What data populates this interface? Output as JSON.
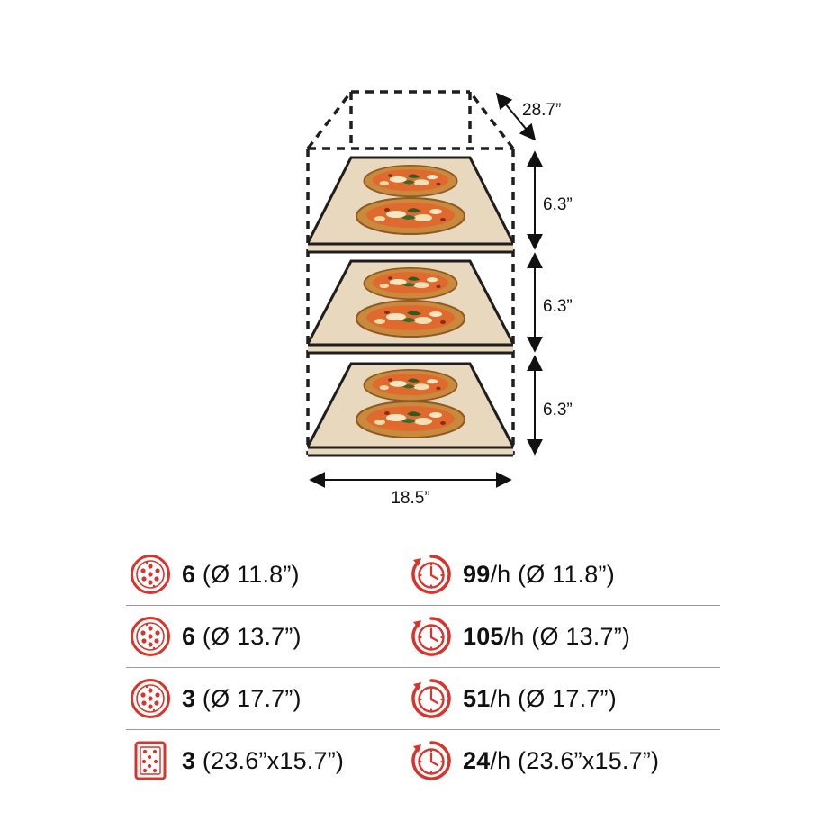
{
  "dimensions": {
    "depth": "28.7”",
    "level_height_top": "6.3”",
    "level_height_middle": "6.3”",
    "level_height_bottom": "6.3”",
    "width": "18.5”"
  },
  "colors": {
    "accent_red": "#d9342b",
    "stone": "#e8d8bd",
    "line": "#1e1e1e"
  },
  "specs": [
    {
      "capacity_icon": "round-pizza-icon",
      "capacity_value": "6",
      "capacity_size": " (Ø 11.8”)",
      "rate_icon": "timer-clock-icon",
      "rate_value": "99",
      "rate_suffix": "/h (Ø 11.8”)"
    },
    {
      "capacity_icon": "round-pizza-icon",
      "capacity_value": "6",
      "capacity_size": " (Ø 13.7”)",
      "rate_icon": "timer-clock-icon",
      "rate_value": "105",
      "rate_suffix": "/h (Ø 13.7”)"
    },
    {
      "capacity_icon": "round-pizza-icon",
      "capacity_value": "3",
      "capacity_size": " (Ø 17.7”)",
      "rate_icon": "timer-clock-icon",
      "rate_value": "51",
      "rate_suffix": "/h (Ø 17.7”)"
    },
    {
      "capacity_icon": "rectangular-pizza-tray-icon",
      "capacity_value": "3",
      "capacity_size": " (23.6”x15.7”)",
      "rate_icon": "timer-clock-icon",
      "rate_value": "24",
      "rate_suffix": "/h (23.6”x15.7”)"
    }
  ]
}
